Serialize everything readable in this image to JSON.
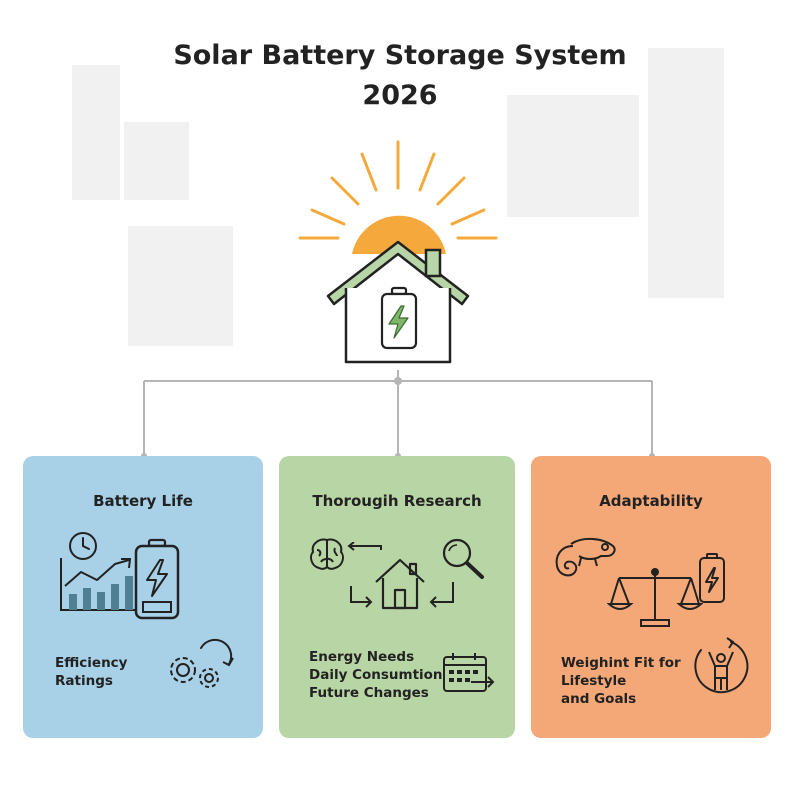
{
  "title": {
    "line1": "Solar Battery Storage System",
    "line2": "2026"
  },
  "colors": {
    "sun": "#f5a83c",
    "roof": "#b7d5a6",
    "card_battery": "#a8d1e7",
    "card_research": "#b8d6a5",
    "card_adapt": "#f4a878",
    "connector": "#b5b5b5",
    "stroke": "#222222"
  },
  "cards": [
    {
      "title": "Battery Life",
      "text_lines": [
        "Efficiency",
        "Ratings"
      ],
      "icons": [
        "clock-icon",
        "growth-chart-icon",
        "battery-icon",
        "gears-icon"
      ]
    },
    {
      "title": "Thorougih Research",
      "text_lines": [
        "Energy Needs",
        "Daily Consumtion",
        "Future Changes"
      ],
      "icons": [
        "brain-icon",
        "house-icon",
        "magnifier-icon",
        "calendar-icon"
      ]
    },
    {
      "title": "Adaptability",
      "text_lines": [
        "Weighint Fit for",
        "Lifestyle",
        "and Goals"
      ],
      "icons": [
        "chameleon-icon",
        "scales-icon",
        "battery-icon",
        "person-cycle-icon"
      ]
    }
  ]
}
